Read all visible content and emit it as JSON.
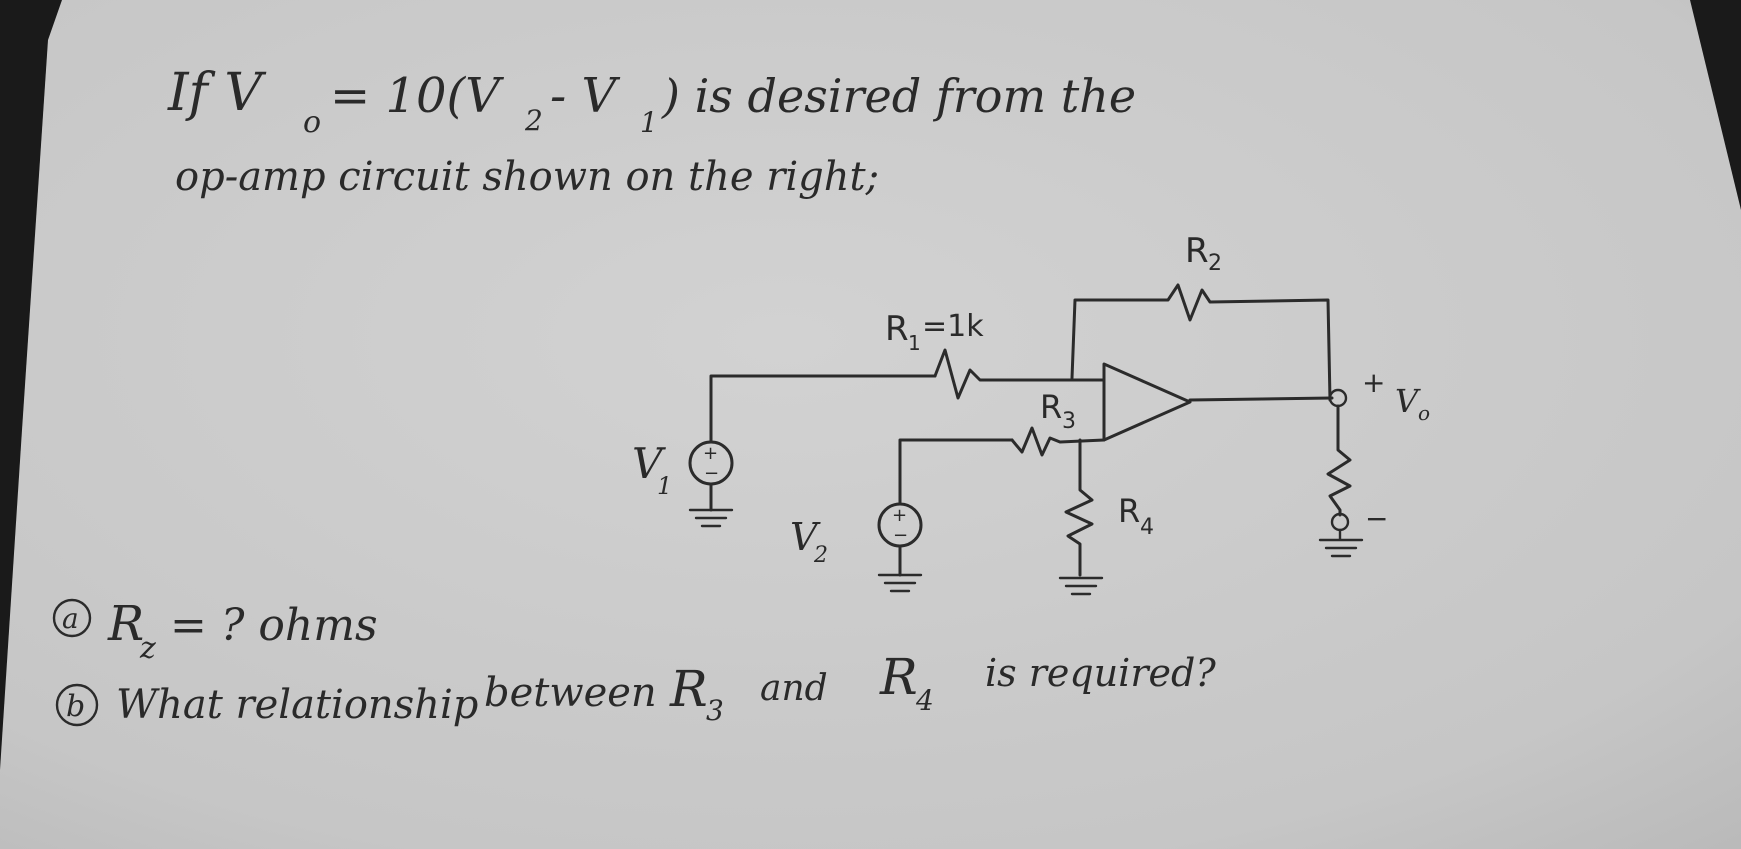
{
  "problem": {
    "line1_prefix": "If V",
    "line1_sub_o": "o",
    "line1_equation": "= 10(V",
    "line1_sub_2": "2",
    "line1_minus": "- V",
    "line1_sub_1": "1",
    "line1_suffix": ") is desired from the",
    "line2": "op-amp circuit shown on the right;"
  },
  "circuit": {
    "r1_label": "R",
    "r1_sub": "1",
    "r1_value": "=1k",
    "r2_label": "R",
    "r2_sub": "2",
    "r3_label": "R",
    "r3_sub": "3",
    "r4_label": "R",
    "r4_sub": "4",
    "v1_label": "V",
    "v1_sub": "1",
    "v2_label": "V",
    "v2_sub": "2",
    "vo_plus": "+",
    "vo_label": "V",
    "vo_sub": "o",
    "vo_minus": "−",
    "source_plus": "+",
    "source_minus": "−"
  },
  "questions": {
    "a_marker": "a",
    "a_text_r": "R",
    "a_text_sub": "z",
    "a_text_rest": "= ? ohms",
    "b_marker": "b",
    "b_text_1": "What relationship",
    "b_text_2": "between",
    "b_r3": "R",
    "b_r3_sub": "3",
    "b_and": "and",
    "b_r4": "R",
    "b_r4_sub": "4",
    "b_text_3": "is required?"
  },
  "colors": {
    "paper": "#c9c9c9",
    "ink": "#2a2a2a",
    "background": "#1c1c1c"
  }
}
